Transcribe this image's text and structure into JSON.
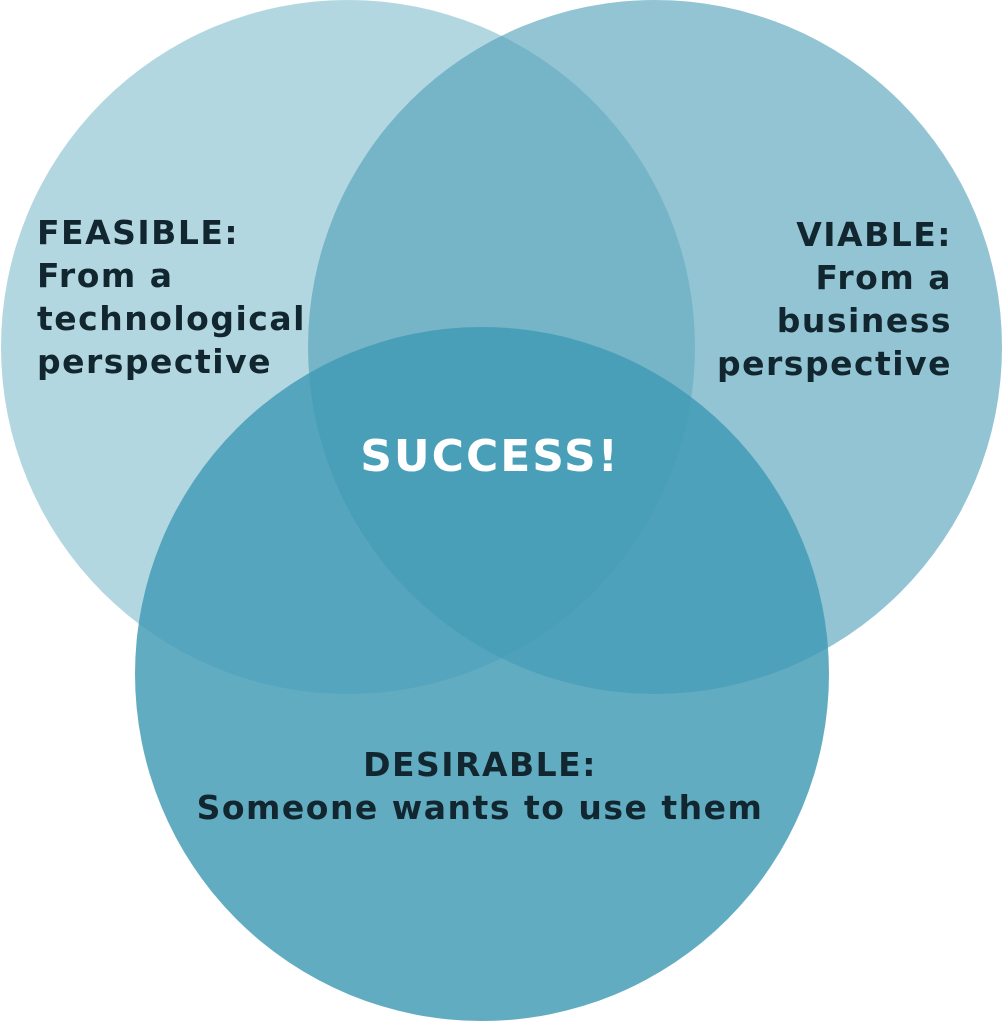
{
  "diagram": {
    "type": "venn",
    "colors": {
      "feasible_circle": "#b3d7e0",
      "viable_circle": "#8dc3d2",
      "desirable_circle": "#5faac1",
      "overlap_feasible_viable": "#6bb0c6",
      "overlap_all": "#439db6",
      "text_dark": "#11262f",
      "text_light": "#ffffff"
    },
    "circles": [
      {
        "id": "feasible",
        "title": "FEASIBLE:",
        "lines": [
          "From a",
          "technological",
          "perspective"
        ]
      },
      {
        "id": "viable",
        "title": "VIABLE:",
        "lines": [
          "From a",
          "business",
          "perspective"
        ]
      },
      {
        "id": "desirable",
        "title": "DESIRABLE:",
        "lines": [
          "Someone wants to use them"
        ]
      }
    ],
    "center_label": "SUCCESS!"
  }
}
